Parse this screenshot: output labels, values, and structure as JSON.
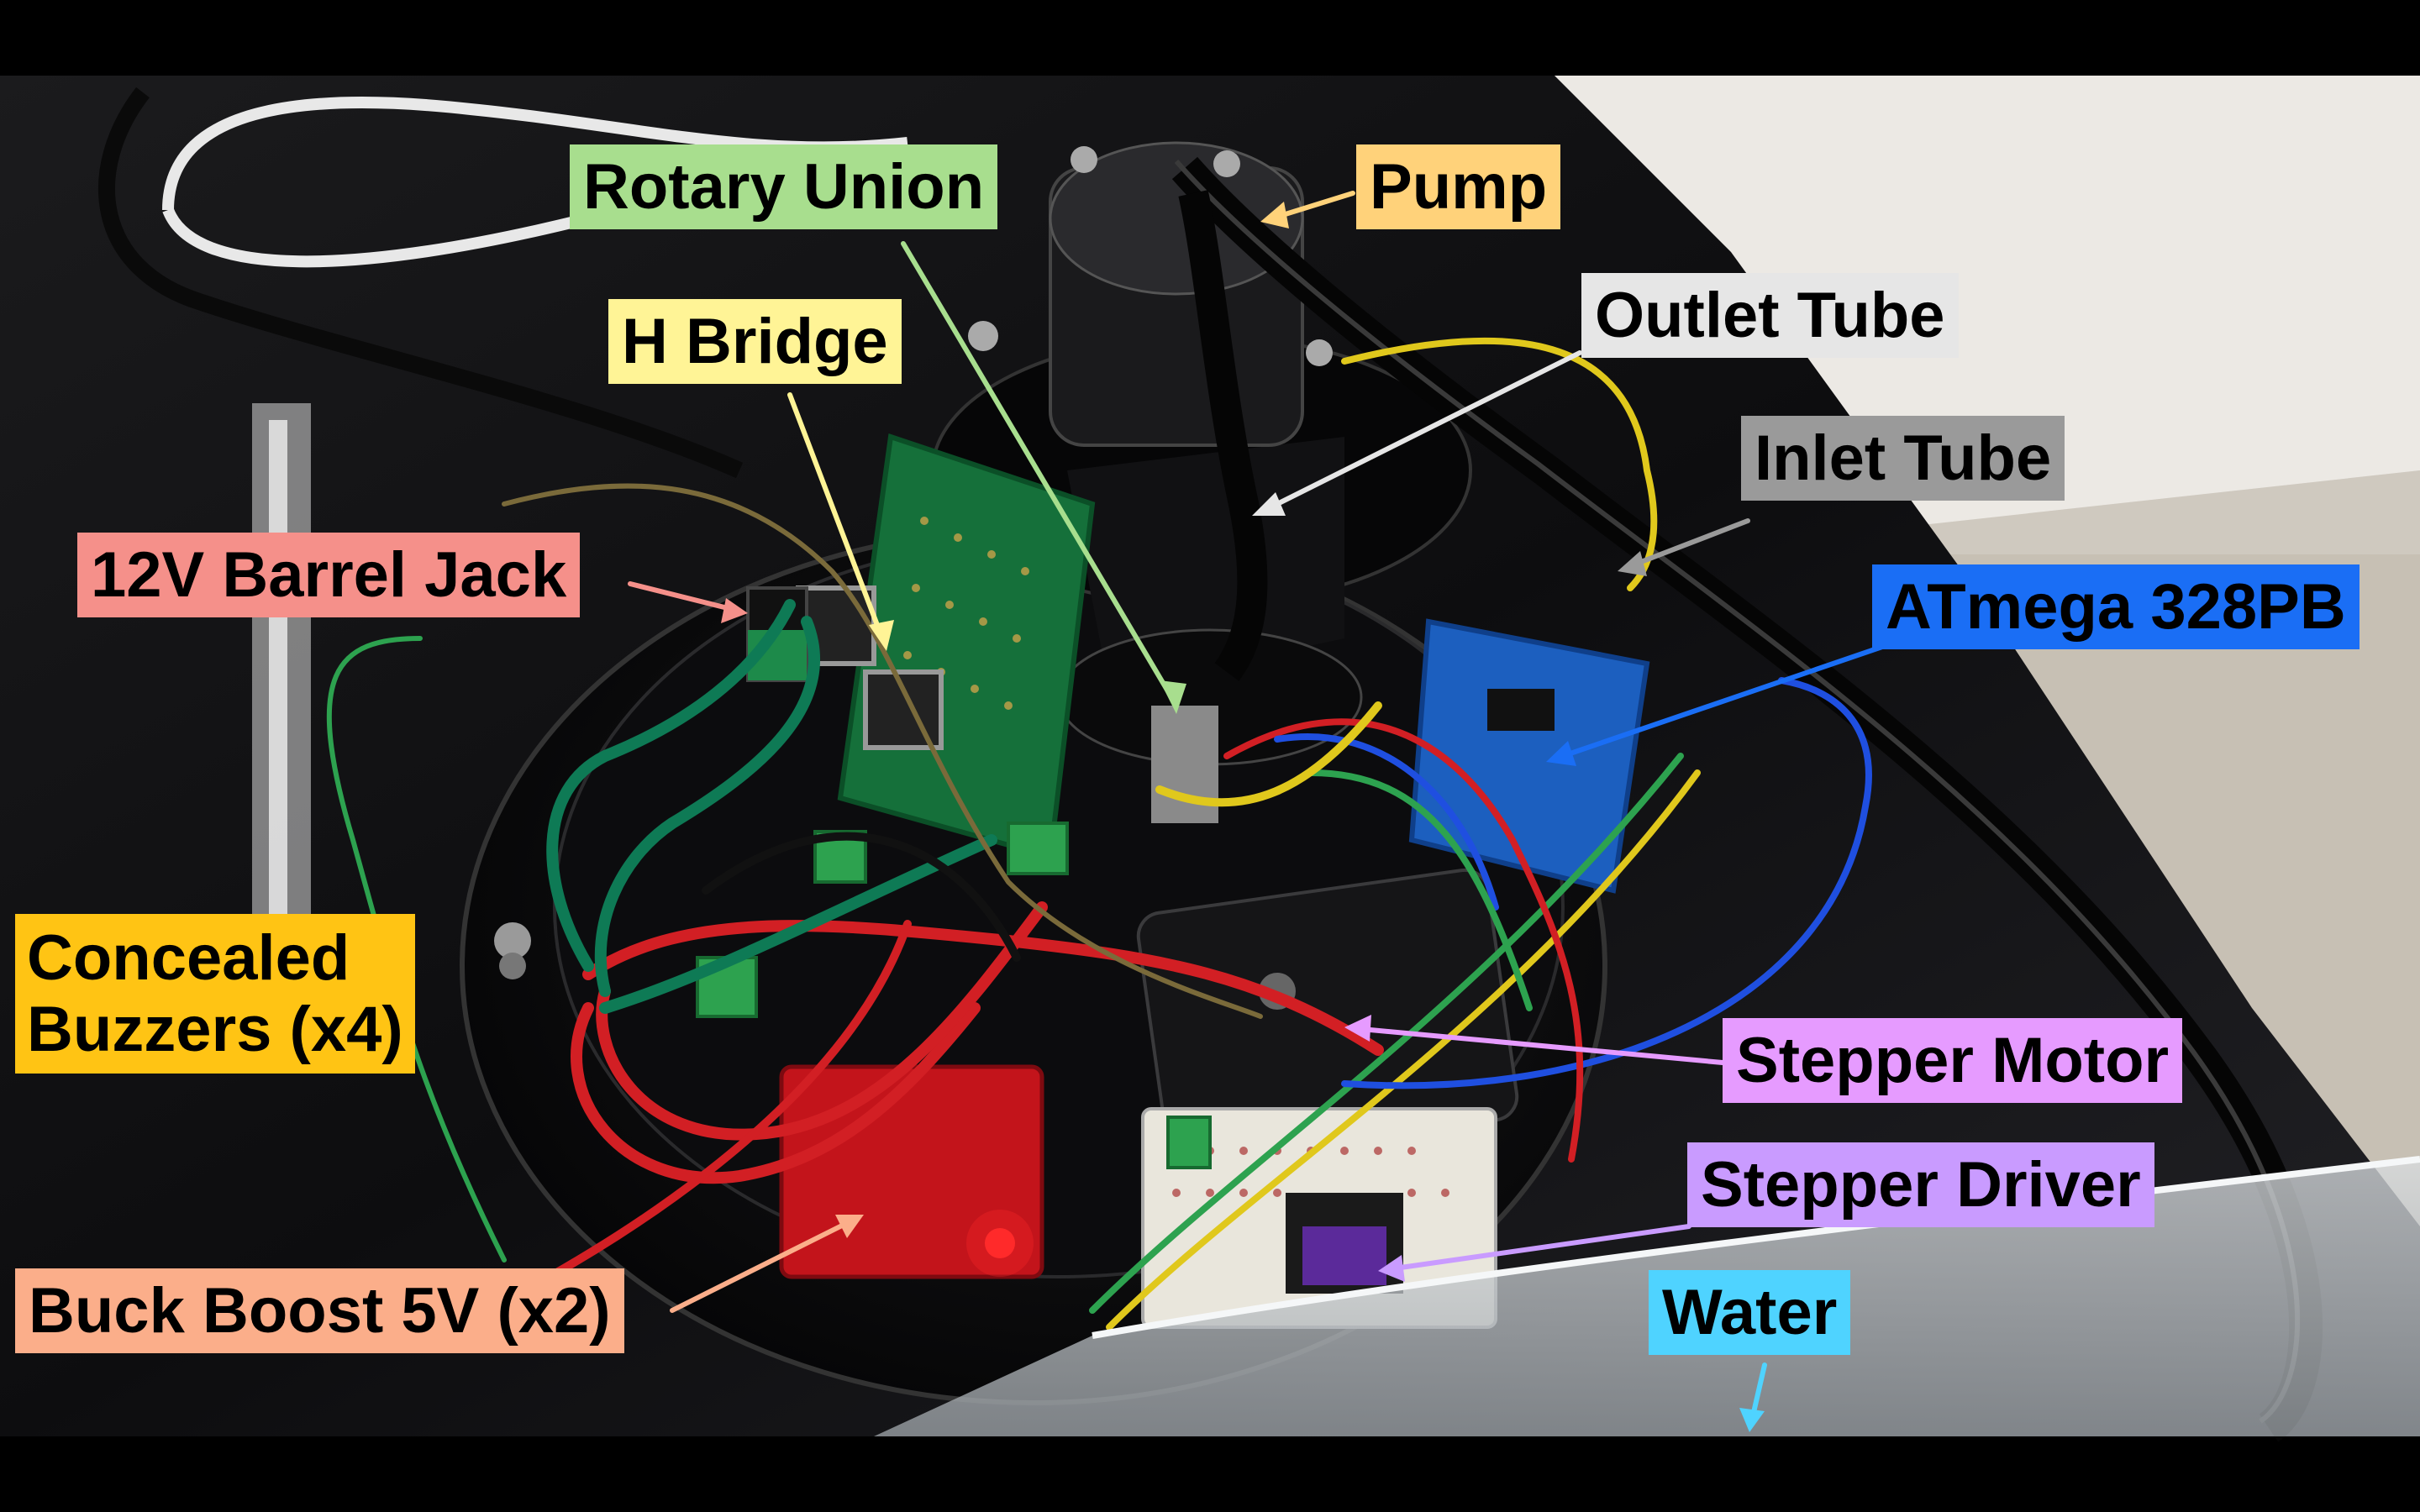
{
  "labels": {
    "rotary_union": {
      "text": "Rotary Union",
      "color": "#a8de8e"
    },
    "pump": {
      "text": "Pump",
      "color": "#ffd27a"
    },
    "outlet_tube": {
      "text": "Outlet Tube",
      "color": "#e6e6e6"
    },
    "h_bridge": {
      "text": "H Bridge",
      "color": "#fff496"
    },
    "inlet_tube": {
      "text": "Inlet Tube",
      "color": "#9a9a9a"
    },
    "barrel_jack": {
      "text": "12V Barrel Jack",
      "color": "#f5908a"
    },
    "atmega": {
      "text": "ATmega 328PB",
      "color": "#1a6ef5"
    },
    "buzzers": {
      "lines": [
        "Concealed",
        "Buzzers (x4)"
      ],
      "color": "#ffc414"
    },
    "stepper_motor": {
      "text": "Stepper Motor",
      "color": "#e69bff"
    },
    "stepper_driver": {
      "text": "Stepper Driver",
      "color": "#c99bff"
    },
    "water": {
      "text": "Water",
      "color": "#4fd3ff"
    },
    "buck_boost": {
      "text": "Buck Boost 5V (x2)",
      "color": "#fbae8a"
    }
  }
}
